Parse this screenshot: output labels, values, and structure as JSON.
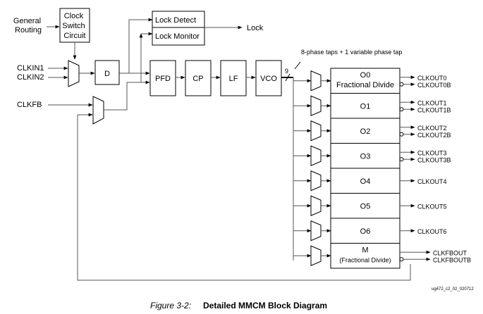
{
  "inputs": {
    "general_routing": [
      "General",
      "Routing"
    ],
    "clkin1": "CLKIN1",
    "clkin2": "CLKIN2",
    "clkfb": "CLKFB"
  },
  "blocks": {
    "clock_switch": [
      "Clock",
      "Switch",
      "Circuit"
    ],
    "d": "D",
    "lock_detect": "Lock Detect",
    "lock_monitor": "Lock Monitor",
    "lock_output": "Lock",
    "pfd": "PFD",
    "cp": "CP",
    "lf": "LF",
    "vco": "VCO",
    "bus_width": "9",
    "phase_taps_note": "8-phase taps + 1 variable phase tap"
  },
  "counters": [
    {
      "name": "O0",
      "sub": "Fractional Divide",
      "outputs": [
        "CLKOUT0",
        "CLKOUT0B"
      ]
    },
    {
      "name": "O1",
      "sub": "",
      "outputs": [
        "CLKOUT1",
        "CLKOUT1B"
      ]
    },
    {
      "name": "O2",
      "sub": "",
      "outputs": [
        "CLKOUT2",
        "CLKOUT2B"
      ]
    },
    {
      "name": "O3",
      "sub": "",
      "outputs": [
        "CLKOUT3",
        "CLKOUT3B"
      ]
    },
    {
      "name": "O4",
      "sub": "",
      "outputs": [
        "CLKOUT4"
      ]
    },
    {
      "name": "O5",
      "sub": "",
      "outputs": [
        "CLKOUT5"
      ]
    },
    {
      "name": "O6",
      "sub": "",
      "outputs": [
        "CLKOUT6"
      ]
    },
    {
      "name": "M",
      "sub": "(Fractional Divide)",
      "outputs": [
        "CLKFBOUT",
        "CLKFBOUTB"
      ]
    }
  ],
  "doc_id": "ug472_c2_02_020712",
  "caption": {
    "number": "Figure 3-2:",
    "title": "Detailed MMCM Block Diagram"
  }
}
